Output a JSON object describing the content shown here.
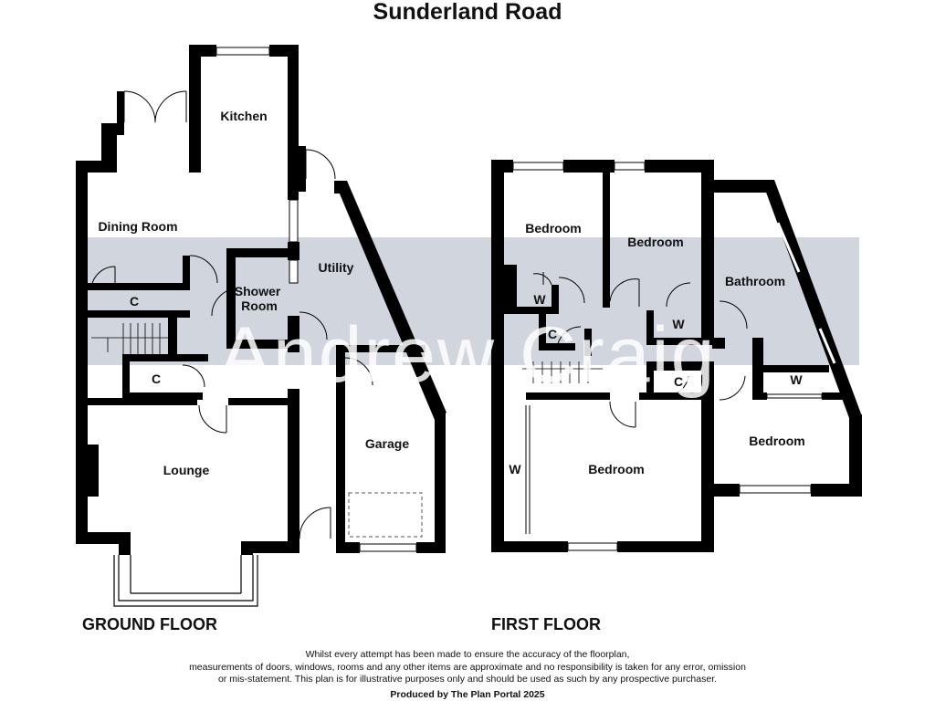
{
  "title": "Sunderland Road",
  "watermark": "Andrew Craig",
  "floors": {
    "ground": {
      "label": "GROUND FLOOR",
      "rooms": {
        "kitchen": "Kitchen",
        "dining_room": "Dining Room",
        "utility": "Utility",
        "shower_room": "Shower\nRoom",
        "cupboard_1": "C",
        "cupboard_2": "C",
        "lounge": "Lounge",
        "garage": "Garage"
      }
    },
    "first": {
      "label": "FIRST FLOOR",
      "rooms": {
        "bedroom_1": "Bedroom",
        "bedroom_2": "Bedroom",
        "bathroom": "Bathroom",
        "bedroom_3": "Bedroom",
        "bedroom_4": "Bedroom",
        "wardrobe_1": "W",
        "wardrobe_2": "W",
        "wardrobe_3": "W",
        "wardrobe_4": "W",
        "cupboard_1": "C",
        "cupboard_2": "C"
      }
    }
  },
  "disclaimer": [
    "Whilst every attempt has been made to ensure the accuracy of the floorplan,",
    "measurements of doors, windows, rooms and any other items are approximate and no responsibility is taken for any error, omission",
    "or mis-statement. This plan is for illustrative purposes only and should be used as such by any prospective purchaser."
  ],
  "credit": "Produced by The Plan Portal 2025",
  "colors": {
    "wall": "#000000",
    "watermark_band": "#c9ced8",
    "watermark_text": "#ffffff",
    "background": "#ffffff"
  }
}
